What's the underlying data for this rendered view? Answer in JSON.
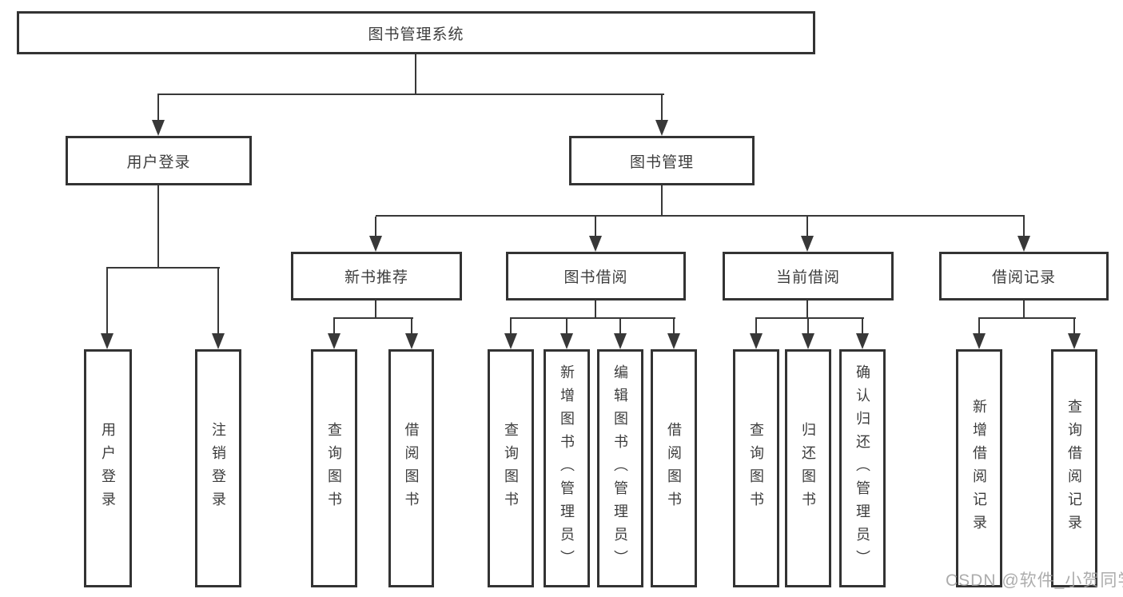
{
  "page": {
    "background": "#ffffff"
  },
  "tree": {
    "root": "图书管理系统",
    "children": [
      {
        "label": "用户登录",
        "children": [
          "用户登录",
          "注销登录"
        ]
      },
      {
        "label": "图书管理",
        "children": [
          {
            "label": "新书推荐",
            "children": [
              "查询图书",
              "借阅图书"
            ]
          },
          {
            "label": "图书借阅",
            "children": [
              "查询图书",
              "新增图书（管理员）",
              "编辑图书（管理员）",
              "借阅图书"
            ]
          },
          {
            "label": "当前借阅",
            "children": [
              "查询图书",
              "归还图书",
              "确认归还（管理员）"
            ]
          },
          {
            "label": "借阅记录",
            "children": [
              "新增借阅记录",
              "查询借阅记录"
            ]
          }
        ]
      }
    ]
  },
  "watermark": {
    "text": "CSDN @软件_小贺同学",
    "color": "#9e9e9e"
  },
  "colors": {
    "line": "#383838",
    "border": "#333333",
    "text": "#3d3d3d",
    "background": "#ffffff"
  }
}
